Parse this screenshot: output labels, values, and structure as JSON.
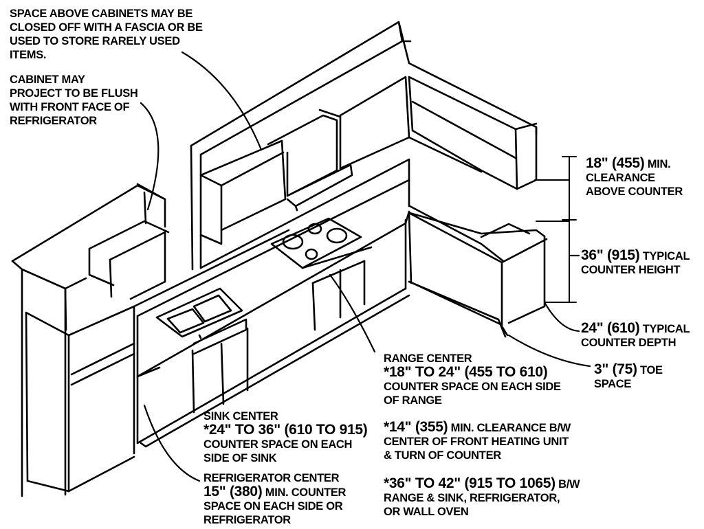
{
  "annotations": {
    "space_above_cabinets": [
      "SPACE ABOVE CABINETS MAY BE",
      "CLOSED OFF WITH A FASCIA OR BE",
      "USED TO STORE RARELY USED",
      "ITEMS."
    ],
    "cabinet_flush": [
      "CABINET MAY",
      "PROJECT TO BE FLUSH",
      "WITH FRONT FACE OF",
      "REFRIGERATOR"
    ],
    "clearance_above": {
      "value": "18\" (455)",
      "unit_note": "MIN.",
      "lines": [
        "CLEARANCE",
        "ABOVE COUNTER"
      ]
    },
    "counter_height": {
      "value": "36\" (915)",
      "unit_note": "TYPICAL",
      "lines": [
        "COUNTER HEIGHT"
      ]
    },
    "counter_depth": {
      "value": "24\" (610)",
      "unit_note": "TYPICAL",
      "lines": [
        "COUNTER DEPTH"
      ]
    },
    "toe_space": {
      "value": "3\" (75)",
      "unit_note": "TOE",
      "lines": [
        "SPACE"
      ]
    },
    "range_center": {
      "heading": "RANGE CENTER",
      "value": "*18\" TO 24\" (455 TO 610)",
      "lines": [
        "COUNTER SPACE ON EACH SIDE",
        "OF RANGE"
      ]
    },
    "min_clearance": {
      "value": "*14\" (355)",
      "unit_note": "MIN. CLEARANCE B/W",
      "lines": [
        "CENTER OF FRONT HEATING UNIT",
        "& TURN OF COUNTER"
      ]
    },
    "range_sink": {
      "value": "*36\" TO 42\" (915 TO 1065)",
      "unit_note": "B/W",
      "lines": [
        "RANGE & SINK, REFRIGERATOR,",
        "OR WALL OVEN"
      ]
    },
    "sink_center": {
      "heading": "SINK CENTER",
      "value": "*24\" TO 36\" (610 TO 915)",
      "lines": [
        "COUNTER SPACE ON EACH",
        "SIDE OF SINK"
      ]
    },
    "refrigerator_center": {
      "heading": "REFRIGERATOR CENTER",
      "value": "15\" (380)",
      "unit_note": "MIN. COUNTER",
      "lines": [
        "SPACE ON EACH SIDE OR",
        "REFRIGERATOR"
      ]
    }
  }
}
